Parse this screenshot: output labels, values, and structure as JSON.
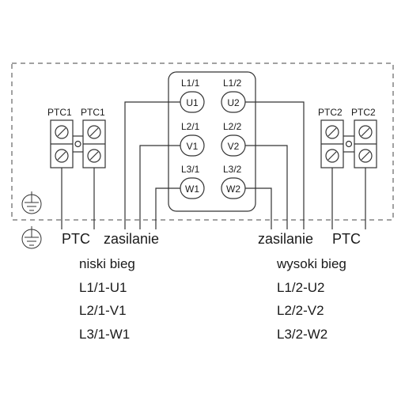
{
  "terminals": {
    "left_label_1": "PTC1",
    "left_label_2": "PTC1",
    "right_label_1": "PTC2",
    "right_label_2": "PTC2"
  },
  "motor": {
    "col_left": [
      "L1/1",
      "L2/1",
      "L3/1"
    ],
    "col_right": [
      "L1/2",
      "L2/2",
      "L3/2"
    ],
    "nodes_left": [
      "U1",
      "V1",
      "W1"
    ],
    "nodes_right": [
      "U2",
      "V2",
      "W2"
    ]
  },
  "bottom_labels": {
    "ptc_left": "PTC",
    "supply_left": "zasilanie",
    "supply_right": "zasilanie",
    "ptc_right": "PTC"
  },
  "low_speed": {
    "title": "niski bieg",
    "lines": [
      "L1/1-U1",
      "L2/1-V1",
      "L3/1-W1"
    ]
  },
  "high_speed": {
    "title": "wysoki bieg",
    "lines": [
      "L1/2-U2",
      "L2/2-V2",
      "L3/2-W2"
    ]
  },
  "colors": {
    "line": "#333333",
    "text": "#1a1a1a"
  }
}
